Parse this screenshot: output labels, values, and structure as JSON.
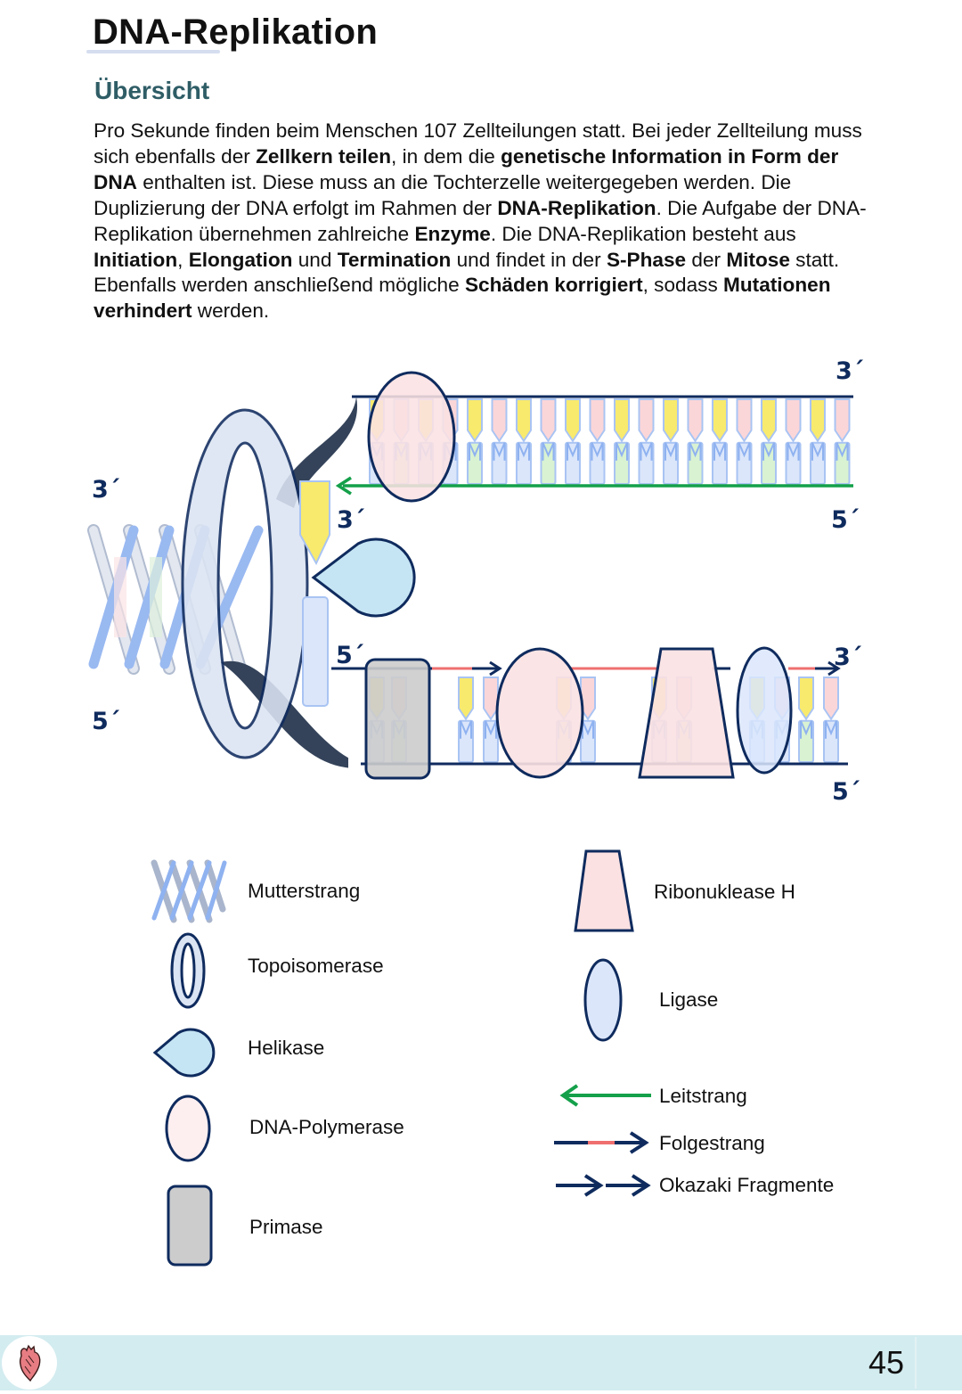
{
  "title": "DNA-Replikation",
  "subtitle": "Übersicht",
  "intro": [
    {
      "t": "Pro Sekunde finden beim Menschen 107 Zellteilungen statt. Bei jeder Zellteilung muss sich ebenfalls der ",
      "b": false
    },
    {
      "t": "Zellkern teilen",
      "b": true
    },
    {
      "t": ", in dem die ",
      "b": false
    },
    {
      "t": "genetische Information in Form der DNA",
      "b": true
    },
    {
      "t": " enthalten ist. Diese muss an die Tochterzelle weitergegeben werden. Die Duplizierung der DNA erfolgt im Rahmen der ",
      "b": false
    },
    {
      "t": "DNA-Replikation",
      "b": true
    },
    {
      "t": ". Die Aufgabe der DNA-Replikation übernehmen zahlreiche ",
      "b": false
    },
    {
      "t": "Enzyme",
      "b": true
    },
    {
      "t": ". Die DNA-Replikation besteht aus ",
      "b": false
    },
    {
      "t": "Initiation",
      "b": true
    },
    {
      "t": ", ",
      "b": false
    },
    {
      "t": "Elongation",
      "b": true
    },
    {
      "t": " und ",
      "b": false
    },
    {
      "t": "Termination",
      "b": true
    },
    {
      "t": " und findet in der ",
      "b": false
    },
    {
      "t": "S-Phase",
      "b": true
    },
    {
      "t": " der ",
      "b": false
    },
    {
      "t": "Mitose",
      "b": true
    },
    {
      "t": " statt. Ebenfalls werden anschließend mögliche ",
      "b": false
    },
    {
      "t": "Schäden korrigiert",
      "b": true
    },
    {
      "t": ", sodass ",
      "b": false
    },
    {
      "t": "Mutationen verhindert",
      "b": true
    },
    {
      "t": " werden.",
      "b": false
    }
  ],
  "diagram": {
    "ends": {
      "top_right_3": "3´",
      "mother_3": "3´",
      "leading_template_3": "3´",
      "leading_5": "5´",
      "lagging_5": "5´",
      "lagging_right_3": "3´",
      "mother_5": "5´",
      "bottom_right_5": "5´"
    }
  },
  "legend": {
    "mutterstrang": "Mutterstrang",
    "topoisomerase": "Topoisomerase",
    "helikase": "Helikase",
    "polymerase": "DNA-Polymerase",
    "primase": "Primase",
    "ribonuklease": "Ribonuklease H",
    "ligase": "Ligase",
    "leitstrang": "Leitstrang",
    "folgestrang": "Folgestrang",
    "okazaki": "Okazaki Fragmente"
  },
  "colors": {
    "navy": "#0f2b5e",
    "leading_green": "#14a04a",
    "primer_red": "#ef6f6f",
    "polymerase_pink": "#fbe1e2",
    "helicase_blue": "#c6e5f4",
    "topo_blue": "#dbe4f3",
    "primase_gray": "#cccccc",
    "footer_bg": "#d3ecf0"
  },
  "footer": {
    "page_number": "45",
    "logo_icon": "heart-icon"
  }
}
